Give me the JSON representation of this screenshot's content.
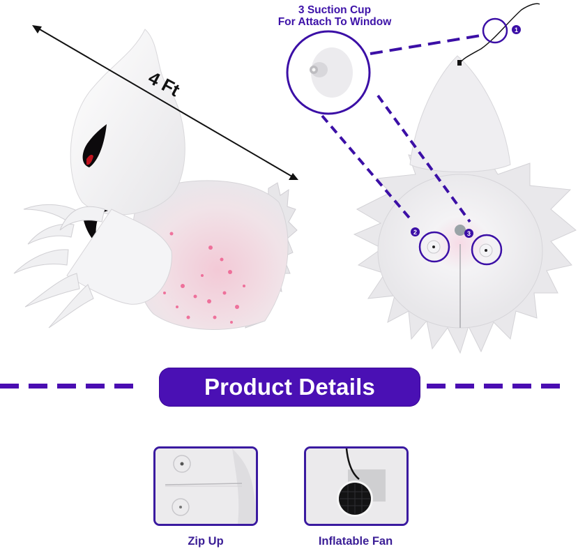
{
  "hero": {
    "dimension_label": "4 Ft",
    "callout": {
      "line1": "3 Suction Cup",
      "line2": "For Attach To Window"
    },
    "markers": [
      {
        "number": "1",
        "label": "suction-cup-1"
      },
      {
        "number": "2",
        "label": "suction-cup-2"
      },
      {
        "number": "3",
        "label": "suction-cup-3"
      }
    ]
  },
  "section": {
    "title": "Product Details"
  },
  "details": [
    {
      "caption": "Zip Up",
      "icon": "zipper-closeup"
    },
    {
      "caption": "Inflatable Fan",
      "icon": "fan-closeup"
    }
  ],
  "colors": {
    "accent_purple": "#4a10b4",
    "caption_purple": "#3b1e96",
    "callout_purple": "#3d12a8",
    "ghost_white": "#f2f2f4",
    "ghost_glow_pink": "#f06b9a",
    "eye_red": "#c0121e"
  }
}
